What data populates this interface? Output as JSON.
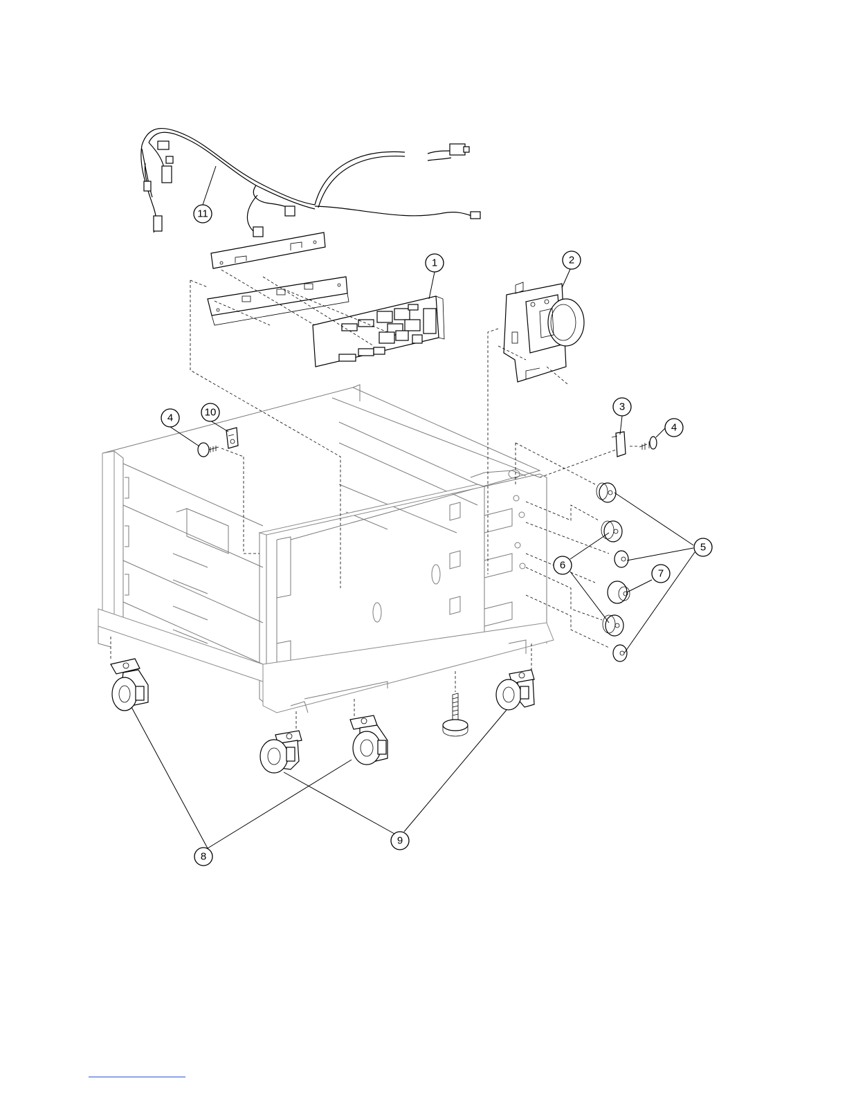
{
  "callouts": {
    "c1": "1",
    "c2": "2",
    "c3": "3",
    "c4a": "4",
    "c4b": "4",
    "c5": "5",
    "c6": "6",
    "c7": "7",
    "c8": "8",
    "c9": "9",
    "c10": "10",
    "c11": "11"
  },
  "colors": {
    "line": "#000000",
    "ghost": "#7a7a7a",
    "footer_rule": "#2a4fd6"
  }
}
